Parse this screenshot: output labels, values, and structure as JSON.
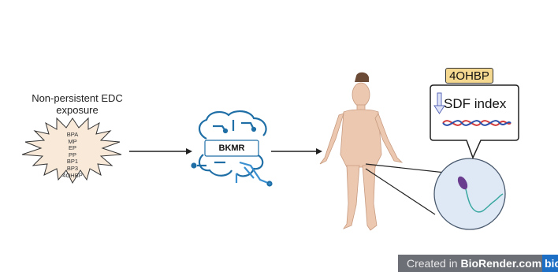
{
  "exposure": {
    "title_line1": "Non-persistent EDC",
    "title_line2": "exposure",
    "compounds": [
      "BPA",
      "MP",
      "EP",
      "PP",
      "BP1",
      "BP3",
      "4OHBP"
    ]
  },
  "model": {
    "label": "BKMR"
  },
  "outcome": {
    "marker": "4OHBP",
    "index_label": "SDF index"
  },
  "watermark": {
    "prefix": "Created in ",
    "brand": "BioRender.com",
    "logo_text": "bio"
  },
  "colors": {
    "burst_fill": "#f8e9d9",
    "body_skin": "#ecc8b0",
    "arrow": "#222222",
    "marker_fill": "#f6d990",
    "sperm_circle": "#dfe9f6",
    "sperm_head": "#6b3d8f",
    "brain_outline": "#1f6fa6"
  }
}
